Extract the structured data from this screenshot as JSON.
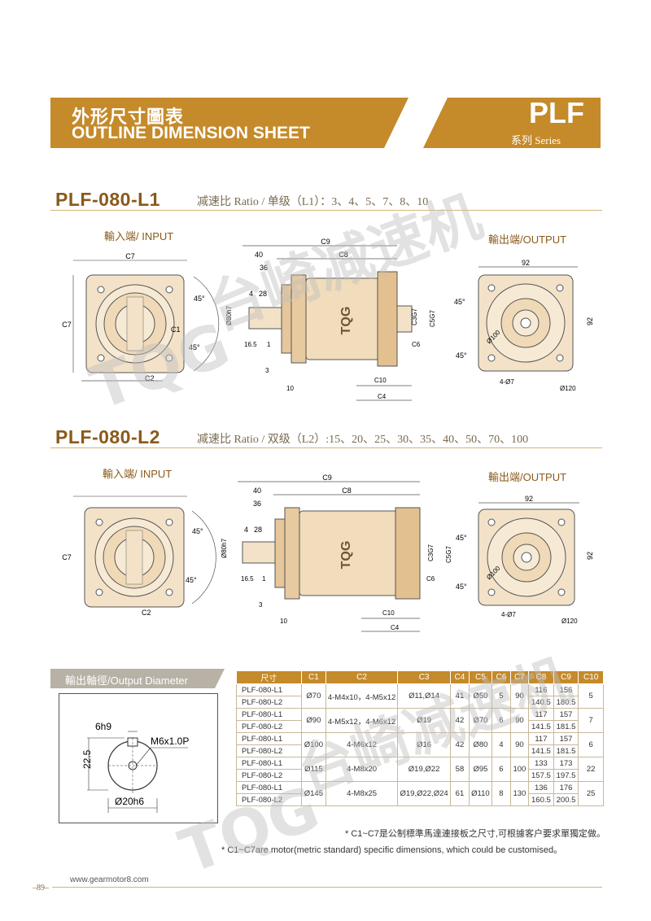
{
  "header": {
    "title_cn": "外形尺寸圖表",
    "title_en": "OUTLINE DIMENSION SHEET",
    "series_name": "PLF",
    "series_sub": "系列 Series",
    "accent": "#c58a2a"
  },
  "sections": [
    {
      "model": "PLF-080-L1",
      "ratio": "减速比 Ratio / 单级（L1）：3、4、5、7、8、10",
      "input_label": "輸入端/ INPUT",
      "output_label": "輸出端/OUTPUT"
    },
    {
      "model": "PLF-080-L2",
      "ratio": "减速比 Ratio / 双级（L2）:15、20、25、30、35、40、50、70、100",
      "input_label": "輸入端/ INPUT",
      "output_label": "輸出端/OUTPUT"
    }
  ],
  "dims": {
    "c7": "C7",
    "c1": "C1",
    "c2": "C2",
    "a45": "45°",
    "c9": "C9",
    "c8": "C8",
    "d40": "40",
    "d36": "36",
    "d4": "4",
    "d28": "28",
    "d80": "Ø80h7",
    "d165": "16.5",
    "d1": "1",
    "d3": "3",
    "d10": "10",
    "c3": "C3G7",
    "c5": "C5G7",
    "c6": "C6",
    "c10": "C10",
    "c4": "C4",
    "brand": "TQG",
    "d92": "92",
    "d100": "Ø100",
    "d47": "4-Ø7",
    "d120": "Ø120"
  },
  "diameter": {
    "label": "輸出軸徑/Output Diameter",
    "key": "6h9",
    "thread": "M6x1.0P",
    "height": "22.5",
    "shaft": "Ø20h6"
  },
  "table": {
    "headers": [
      "尺寸",
      "C1",
      "C2",
      "C3",
      "C4",
      "C5",
      "C6",
      "C7",
      "C8",
      "C9",
      "C10"
    ],
    "groups": [
      {
        "models": [
          "PLF-080-L1",
          "PLF-080-L2"
        ],
        "c1": "Ø70",
        "c2": "4-M4x10，4-M5x12",
        "c3": "Ø11,Ø14",
        "c4": "41",
        "c5": "Ø50",
        "c6": "5",
        "c7": "90",
        "c8": [
          "116",
          "140.5"
        ],
        "c9": [
          "156",
          "180.5"
        ],
        "c10": "5"
      },
      {
        "models": [
          "PLF-080-L1",
          "PLF-080-L2"
        ],
        "c1": "Ø90",
        "c2": "4-M5x12，4-M6x12",
        "c3": "Ø19",
        "c4": "42",
        "c5": "Ø70",
        "c6": "6",
        "c7": "90",
        "c8": [
          "117",
          "141.5"
        ],
        "c9": [
          "157",
          "181.5"
        ],
        "c10": "7"
      },
      {
        "models": [
          "PLF-080-L1",
          "PLF-080-L2"
        ],
        "c1": "Ø100",
        "c2": "4-M6x12",
        "c3": "Ø16",
        "c4": "42",
        "c5": "Ø80",
        "c6": "4",
        "c7": "90",
        "c8": [
          "117",
          "141.5"
        ],
        "c9": [
          "157",
          "181.5"
        ],
        "c10": "6"
      },
      {
        "models": [
          "PLF-080-L1",
          "PLF-080-L2"
        ],
        "c1": "Ø115",
        "c2": "4-M8x20",
        "c3": "Ø19,Ø22",
        "c4": "58",
        "c5": "Ø95",
        "c6": "6",
        "c7": "100",
        "c8": [
          "133",
          "157.5"
        ],
        "c9": [
          "173",
          "197.5"
        ],
        "c10": "22"
      },
      {
        "models": [
          "PLF-080-L1",
          "PLF-080-L2"
        ],
        "c1": "Ø145",
        "c2": "4-M8x25",
        "c3": "Ø19,Ø22,Ø24",
        "c4": "61",
        "c5": "Ø110",
        "c6": "8",
        "c7": "130",
        "c8": [
          "136",
          "160.5"
        ],
        "c9": [
          "176",
          "200.5"
        ],
        "c10": "25"
      }
    ]
  },
  "notes": {
    "cn": "* C1~C7是公制標準馬達連接板之尺寸,可根據客户要求單獨定做。",
    "en": "* C1~C7are motor(metric standard) specific dimensions, which could be customised。"
  },
  "footer": {
    "url": "www.gearmotor8.com",
    "page": "–89–"
  },
  "watermark": {
    "brand": "TQG",
    "cn": "台崎减速机"
  }
}
